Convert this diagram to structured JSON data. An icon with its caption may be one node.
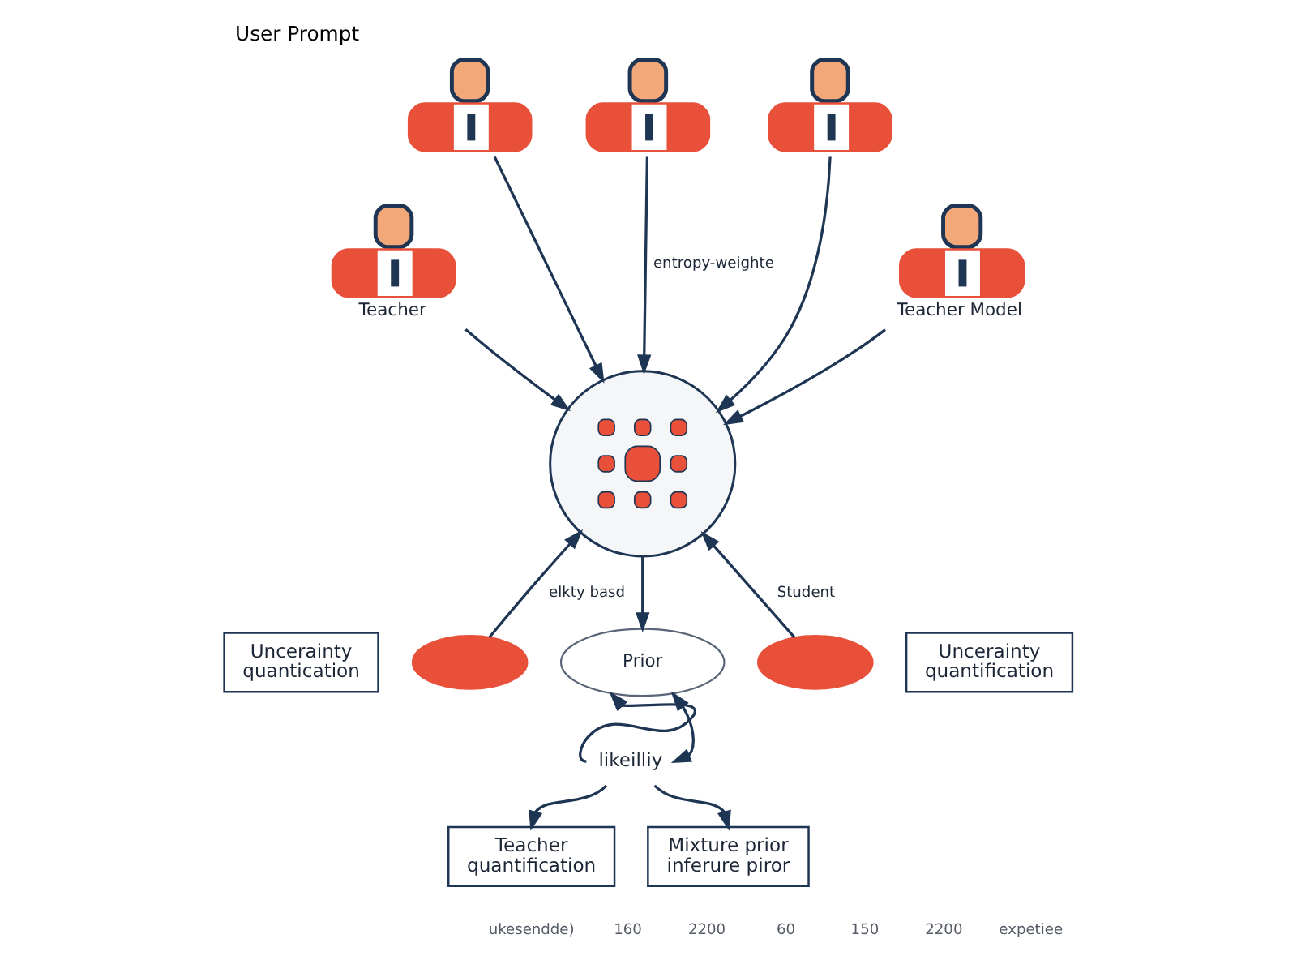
{
  "diagram": {
    "title": "User Prompt",
    "nodes": [
      {
        "text": [],
        "shape": "person"
      },
      {
        "text": [],
        "shape": "person"
      },
      {
        "text": [],
        "shape": "person"
      },
      {
        "text": [
          "Teacher"
        ]
      },
      {
        "text": [],
        "shape": "circle"
      },
      {
        "text": [
          "Teacher Model"
        ]
      },
      {
        "text": [],
        "shape": "cloud"
      },
      {
        "text": [],
        "shape": "cloud"
      },
      {
        "text": [
          "Uncerainty quantication"
        ]
      },
      {
        "text": [
          "Prior"
        ]
      },
      {
        "text": [
          "Uncerainty quantification"
        ]
      },
      {
        "text": [
          "Teacher quantification"
        ]
      },
      {
        "text": [
          "likeilliy"
        ]
      },
      {
        "text": [
          "Mixture prior inferure piror"
        ]
      }
    ],
    "edges": [
      {
        "from": 0,
        "to": 4,
        "arrow": "to"
      },
      {
        "from": 1,
        "to": 4,
        "arrow": "to",
        "label": "entropy-weighte"
      },
      {
        "from": 2,
        "to": 4,
        "arrow": "to"
      },
      {
        "from": 3,
        "to": 4,
        "arrow": "to"
      },
      {
        "from": 5,
        "to": 4,
        "arrow": "to"
      },
      {
        "from": 6,
        "to": 4,
        "arrow": "to",
        "label": "elkty basd"
      },
      {
        "from": 7,
        "to": 4,
        "arrow": "to",
        "label": "Student"
      },
      {
        "from": 4,
        "to": 9,
        "arrow": "to"
      },
      {
        "from": 12,
        "to": 9,
        "arrow": "to"
      },
      {
        "from": 9,
        "to": 12,
        "arrow": "both"
      },
      {
        "from": 12,
        "to": 11,
        "arrow": "to"
      },
      {
        "from": 12,
        "to": 13,
        "arrow": "to"
      }
    ],
    "labels": [
      "ukesendde)",
      "160",
      "2200",
      "60",
      "150",
      "2200",
      "expetiee"
    ]
  }
}
